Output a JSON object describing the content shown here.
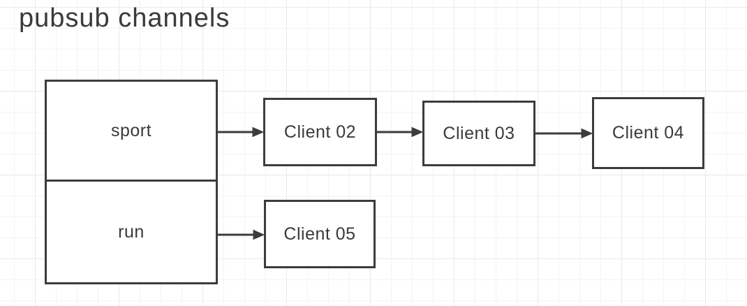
{
  "title": "pubsub channels",
  "nodes": {
    "sport": "sport",
    "run": "run",
    "client02": "Client 02",
    "client03": "Client 03",
    "client04": "Client 04",
    "client05": "Client 05"
  },
  "edges": [
    {
      "from": "sport",
      "to": "Client 02"
    },
    {
      "from": "Client 02",
      "to": "Client 03"
    },
    {
      "from": "Client 03",
      "to": "Client 04"
    },
    {
      "from": "run",
      "to": "Client 05"
    }
  ],
  "colors": {
    "stroke": "#3c3c3c",
    "text": "#3a3a3a",
    "background": "#ffffff",
    "grid_minor": "#f3f3f3",
    "grid_major": "#e9e9e9"
  }
}
